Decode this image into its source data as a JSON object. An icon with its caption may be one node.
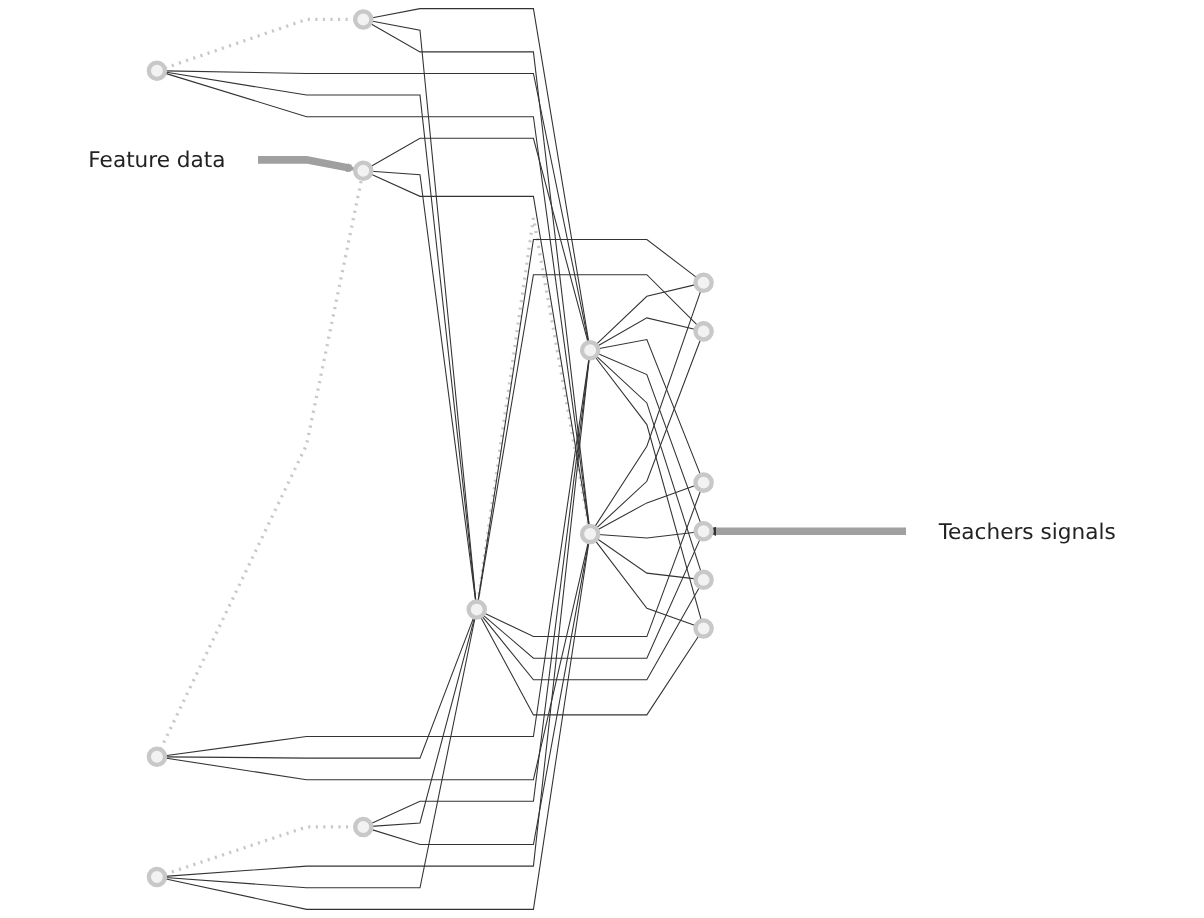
{
  "diagram": {
    "nodes": [
      {
        "text": [
          "Feature data"
        ]
      },
      {
        "text": [],
        "shape": "circle"
      },
      {
        "text": [],
        "shape": "circle"
      },
      {
        "text": [],
        "shape": "circle"
      },
      {
        "text": [],
        "shape": "circle"
      },
      {
        "text": [],
        "shape": "circle"
      },
      {
        "text": [],
        "shape": "circle"
      },
      {
        "text": [],
        "shape": "circle"
      },
      {
        "text": [],
        "shape": "circle"
      },
      {
        "text": [],
        "shape": "circle"
      },
      {
        "text": [],
        "shape": "circle"
      },
      {
        "text": [],
        "shape": "circle"
      },
      {
        "text": [],
        "shape": "circle"
      },
      {
        "text": [],
        "shape": "circle"
      },
      {
        "text": [],
        "shape": "circle"
      },
      {
        "text": [],
        "shape": "circle"
      },
      {
        "text": [
          "Teachers signals"
        ]
      }
    ],
    "edges": [
      {
        "from": 0,
        "to": 4,
        "arrow": "to",
        "style": "thick",
        "color": "#a0a0a0"
      },
      {
        "from": 16,
        "to": 13,
        "arrow": "to",
        "style": "thick",
        "color": "#a0a0a0"
      },
      {
        "from": 1,
        "to": 2,
        "arrow": "none",
        "style": "dashed",
        "color": "#c8c8c8"
      },
      {
        "from": 3,
        "to": 4,
        "arrow": "none",
        "style": "dashed",
        "color": "#c8c8c8"
      },
      {
        "from": 5,
        "to": 6,
        "arrow": "none",
        "style": "dashed",
        "color": "#c8c8c8"
      },
      {
        "from": 8,
        "to": 9,
        "arrow": "none",
        "style": "dashed",
        "color": "#c8c8c8"
      },
      {
        "from": 1,
        "to": 7,
        "arrow": "none"
      },
      {
        "from": 1,
        "to": 8,
        "arrow": "none"
      },
      {
        "from": 1,
        "to": 9,
        "arrow": "none"
      },
      {
        "from": 2,
        "to": 7,
        "arrow": "none"
      },
      {
        "from": 2,
        "to": 8,
        "arrow": "none"
      },
      {
        "from": 2,
        "to": 9,
        "arrow": "none"
      },
      {
        "from": 3,
        "to": 7,
        "arrow": "none"
      },
      {
        "from": 3,
        "to": 8,
        "arrow": "none"
      },
      {
        "from": 3,
        "to": 9,
        "arrow": "none"
      },
      {
        "from": 4,
        "to": 7,
        "arrow": "none"
      },
      {
        "from": 4,
        "to": 8,
        "arrow": "none"
      },
      {
        "from": 4,
        "to": 9,
        "arrow": "none"
      },
      {
        "from": 5,
        "to": 7,
        "arrow": "none"
      },
      {
        "from": 5,
        "to": 8,
        "arrow": "none"
      },
      {
        "from": 5,
        "to": 9,
        "arrow": "none"
      },
      {
        "from": 6,
        "to": 7,
        "arrow": "none"
      },
      {
        "from": 6,
        "to": 8,
        "arrow": "none"
      },
      {
        "from": 6,
        "to": 9,
        "arrow": "none"
      },
      {
        "from": 7,
        "to": 10,
        "arrow": "none"
      },
      {
        "from": 7,
        "to": 11,
        "arrow": "none"
      },
      {
        "from": 7,
        "to": 12,
        "arrow": "none"
      },
      {
        "from": 7,
        "to": 13,
        "arrow": "none"
      },
      {
        "from": 7,
        "to": 14,
        "arrow": "none"
      },
      {
        "from": 7,
        "to": 15,
        "arrow": "none"
      },
      {
        "from": 8,
        "to": 10,
        "arrow": "none"
      },
      {
        "from": 8,
        "to": 11,
        "arrow": "none"
      },
      {
        "from": 8,
        "to": 12,
        "arrow": "none"
      },
      {
        "from": 8,
        "to": 13,
        "arrow": "none"
      },
      {
        "from": 8,
        "to": 14,
        "arrow": "none"
      },
      {
        "from": 8,
        "to": 15,
        "arrow": "none"
      },
      {
        "from": 9,
        "to": 10,
        "arrow": "none"
      },
      {
        "from": 9,
        "to": 11,
        "arrow": "none"
      },
      {
        "from": 9,
        "to": 12,
        "arrow": "none"
      },
      {
        "from": 9,
        "to": 13,
        "arrow": "none"
      },
      {
        "from": 9,
        "to": 14,
        "arrow": "none"
      },
      {
        "from": 9,
        "to": 15,
        "arrow": "none"
      }
    ]
  }
}
